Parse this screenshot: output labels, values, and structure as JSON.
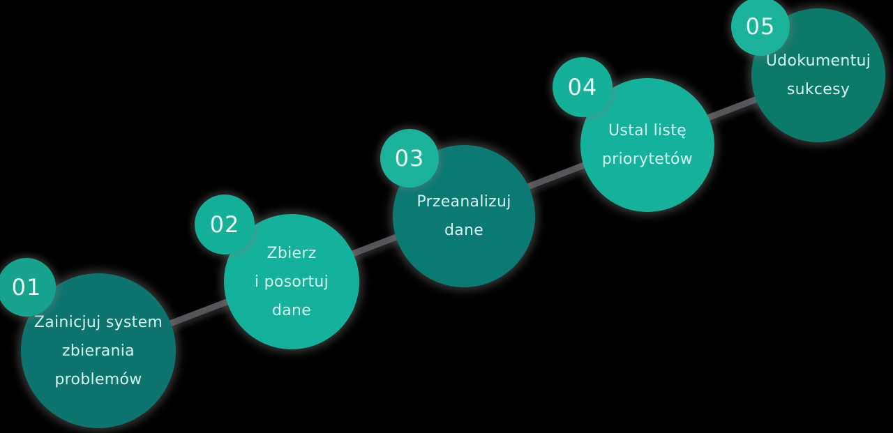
{
  "background_color": "#000000",
  "connector": {
    "color": "#56565a"
  },
  "text_color": "#d7f4f0",
  "steps": [
    {
      "number": "01",
      "lines": [
        "Zainicjuj system",
        "zbierania",
        "problemów"
      ],
      "bubble_color": "#0d756e",
      "badge_color": "#16a58c"
    },
    {
      "number": "02",
      "lines": [
        "Zbierz",
        "i posortuj",
        "dane"
      ],
      "bubble_color": "#14b29a",
      "badge_color": "#15b098"
    },
    {
      "number": "03",
      "lines": [
        "Przeanalizuj",
        "dane"
      ],
      "bubble_color": "#0a7a73",
      "badge_color": "#1bb49a"
    },
    {
      "number": "04",
      "lines": [
        "Ustal listę",
        "priorytetów"
      ],
      "bubble_color": "#14b29a",
      "badge_color": "#15b098"
    },
    {
      "number": "05",
      "lines": [
        "Udokumentuj",
        "sukcesy"
      ],
      "bubble_color": "#0c7a69",
      "badge_color": "#1bb49a"
    }
  ]
}
